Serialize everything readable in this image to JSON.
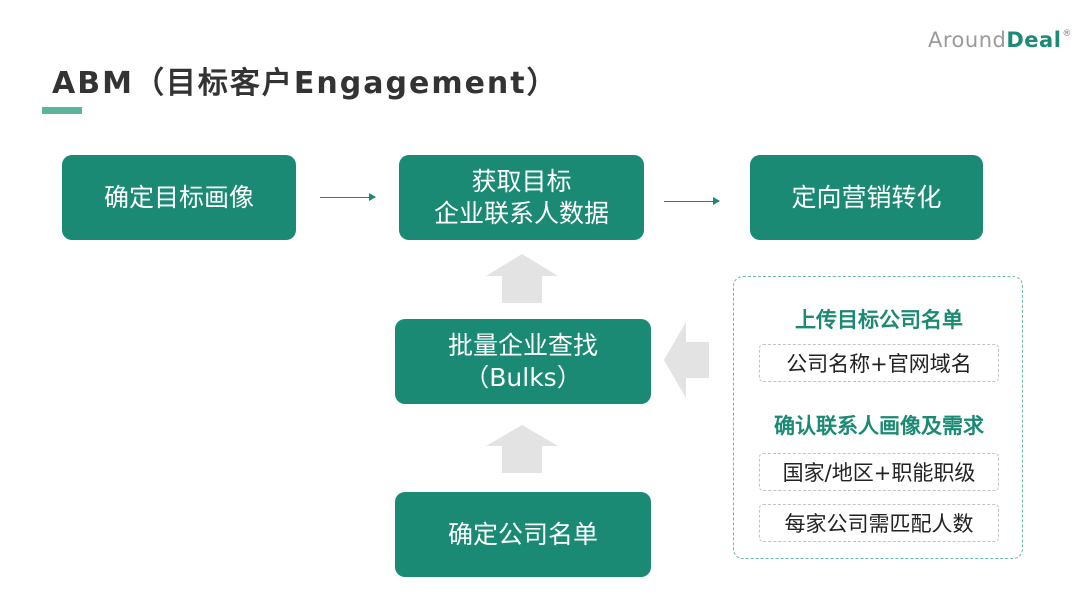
{
  "logo": {
    "part1": "Around",
    "part2": "Deal",
    "mark": "®"
  },
  "title": "ABM（目标客户Engagement）",
  "boxes": {
    "target_profile": "确定目标画像",
    "get_data_line1": "获取目标",
    "get_data_line2": "企业联系人数据",
    "marketing": "定向营销转化",
    "bulks_line1": "批量企业查找",
    "bulks_line2": "（Bulks）",
    "company_list": "确定公司名单"
  },
  "panel": {
    "heading1": "上传目标公司名单",
    "item1": "公司名称+官网域名",
    "heading2": "确认联系人画像及需求",
    "item2": "国家/地区+职能职级",
    "item3": "每家公司需匹配人数"
  },
  "colors": {
    "primary": "#1a8a74",
    "title_text": "#333333",
    "arrow_gray": "#e3e3e3",
    "panel_border": "#6cbaa6"
  }
}
